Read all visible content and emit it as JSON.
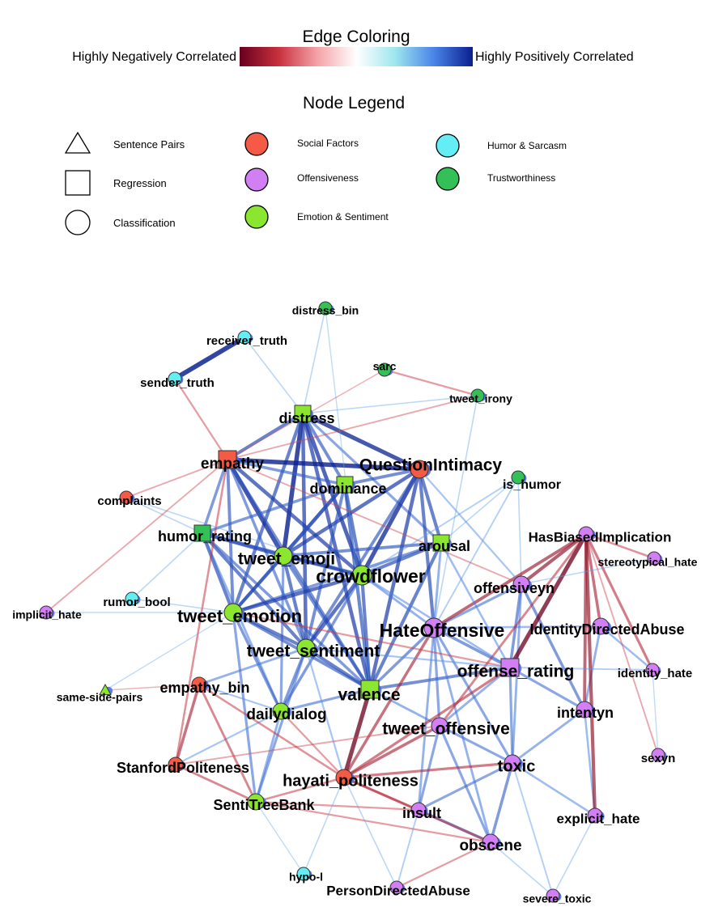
{
  "edge_legend": {
    "title": "Edge Coloring",
    "negative_label": "Highly Negatively Correlated",
    "positive_label": "Highly Positively Correlated",
    "gradient_colors": [
      "#67001f",
      "#c8303d",
      "#f4a3a8",
      "#ffffff",
      "#9ee6ee",
      "#4a84e8",
      "#0a1f8f"
    ]
  },
  "node_legend": {
    "title": "Node Legend",
    "shapes": [
      {
        "label": "Sentence Pairs",
        "shape": "triangle"
      },
      {
        "label": "Regression",
        "shape": "square"
      },
      {
        "label": "Classification",
        "shape": "circle"
      }
    ],
    "categories": [
      {
        "label": "Social Factors",
        "color": "#f55a45"
      },
      {
        "label": "Offensiveness",
        "color": "#d27ff5"
      },
      {
        "label": "Emotion & Sentiment",
        "color": "#8ae62e"
      },
      {
        "label": "Humor & Sarcasm",
        "color": "#63eef5"
      },
      {
        "label": "Trustworthiness",
        "color": "#33c157"
      }
    ]
  },
  "graph": {
    "nodes": [
      {
        "id": "distress_bin",
        "cat": "Trustworthiness",
        "shape": "circle",
        "size": 8
      },
      {
        "id": "receiver_truth",
        "cat": "Humor & Sarcasm",
        "shape": "circle",
        "size": 8
      },
      {
        "id": "sender_truth",
        "cat": "Humor & Sarcasm",
        "shape": "circle",
        "size": 8
      },
      {
        "id": "sarc",
        "cat": "Trustworthiness",
        "shape": "circle",
        "size": 8
      },
      {
        "id": "tweet_irony",
        "cat": "Trustworthiness",
        "shape": "circle",
        "size": 8
      },
      {
        "id": "distress",
        "cat": "Emotion & Sentiment",
        "shape": "square",
        "size": 10
      },
      {
        "id": "empathy",
        "cat": "Social Factors",
        "shape": "square",
        "size": 11
      },
      {
        "id": "QuestionIntimacy",
        "cat": "Social Factors",
        "shape": "circle",
        "size": 11
      },
      {
        "id": "dominance",
        "cat": "Emotion & Sentiment",
        "shape": "square",
        "size": 10
      },
      {
        "id": "is_humor",
        "cat": "Trustworthiness",
        "shape": "circle",
        "size": 8
      },
      {
        "id": "complaints",
        "cat": "Social Factors",
        "shape": "circle",
        "size": 8
      },
      {
        "id": "humor_rating",
        "cat": "Trustworthiness",
        "shape": "square",
        "size": 10
      },
      {
        "id": "tweet_emoji",
        "cat": "Emotion & Sentiment",
        "shape": "circle",
        "size": 11
      },
      {
        "id": "arousal",
        "cat": "Emotion & Sentiment",
        "shape": "square",
        "size": 10
      },
      {
        "id": "crowdflower",
        "cat": "Emotion & Sentiment",
        "shape": "circle",
        "size": 12
      },
      {
        "id": "HasBiasedImplication",
        "cat": "Offensiveness",
        "shape": "circle",
        "size": 9
      },
      {
        "id": "stereotypical_hate",
        "cat": "Offensiveness",
        "shape": "circle",
        "size": 8
      },
      {
        "id": "offensiveyn",
        "cat": "Offensiveness",
        "shape": "circle",
        "size": 10
      },
      {
        "id": "rumor_bool",
        "cat": "Humor & Sarcasm",
        "shape": "circle",
        "size": 8
      },
      {
        "id": "implicit_hate",
        "cat": "Offensiveness",
        "shape": "circle",
        "size": 8
      },
      {
        "id": "tweet_emotion",
        "cat": "Emotion & Sentiment",
        "shape": "circle",
        "size": 11
      },
      {
        "id": "HateOffensive",
        "cat": "Offensiveness",
        "shape": "circle",
        "size": 12
      },
      {
        "id": "IdentityDirectedAbuse",
        "cat": "Offensiveness",
        "shape": "circle",
        "size": 10
      },
      {
        "id": "tweet_sentiment",
        "cat": "Emotion & Sentiment",
        "shape": "circle",
        "size": 11
      },
      {
        "id": "offense_rating",
        "cat": "Offensiveness",
        "shape": "square",
        "size": 11
      },
      {
        "id": "identity_hate",
        "cat": "Offensiveness",
        "shape": "circle",
        "size": 8
      },
      {
        "id": "empathy_bin",
        "cat": "Social Factors",
        "shape": "circle",
        "size": 9
      },
      {
        "id": "same-side-pairs",
        "cat": "Emotion & Sentiment",
        "shape": "triangle",
        "size": 7
      },
      {
        "id": "valence",
        "cat": "Emotion & Sentiment",
        "shape": "square",
        "size": 11
      },
      {
        "id": "dailydialog",
        "cat": "Emotion & Sentiment",
        "shape": "circle",
        "size": 10
      },
      {
        "id": "intentyn",
        "cat": "Offensiveness",
        "shape": "circle",
        "size": 10
      },
      {
        "id": "tweet_offensive",
        "cat": "Offensiveness",
        "shape": "circle",
        "size": 10
      },
      {
        "id": "sexyn",
        "cat": "Offensiveness",
        "shape": "circle",
        "size": 8
      },
      {
        "id": "StanfordPoliteness",
        "cat": "Social Factors",
        "shape": "circle",
        "size": 9
      },
      {
        "id": "toxic",
        "cat": "Offensiveness",
        "shape": "circle",
        "size": 10
      },
      {
        "id": "hayati_politeness",
        "cat": "Social Factors",
        "shape": "circle",
        "size": 10
      },
      {
        "id": "SentiTreeBank",
        "cat": "Emotion & Sentiment",
        "shape": "circle",
        "size": 10
      },
      {
        "id": "insult",
        "cat": "Offensiveness",
        "shape": "circle",
        "size": 9
      },
      {
        "id": "explicit_hate",
        "cat": "Offensiveness",
        "shape": "circle",
        "size": 9
      },
      {
        "id": "obscene",
        "cat": "Offensiveness",
        "shape": "circle",
        "size": 10
      },
      {
        "id": "hypo-l",
        "cat": "Humor & Sarcasm",
        "shape": "circle",
        "size": 8
      },
      {
        "id": "PersonDirectedAbuse",
        "cat": "Offensiveness",
        "shape": "circle",
        "size": 8
      },
      {
        "id": "severe_toxic",
        "cat": "Offensiveness",
        "shape": "circle",
        "size": 8
      }
    ],
    "edges": [
      [
        "sender_truth",
        "receiver_truth",
        0.8
      ],
      [
        "distress",
        "empathy",
        0.55
      ],
      [
        "distress",
        "QuestionIntimacy",
        0.7
      ],
      [
        "distress",
        "tweet_emoji",
        0.75
      ],
      [
        "distress",
        "crowdflower",
        0.65
      ],
      [
        "distress",
        "tweet_sentiment",
        0.6
      ],
      [
        "distress",
        "tweet_emotion",
        0.55
      ],
      [
        "distress",
        "valence",
        0.6
      ],
      [
        "distress",
        "dominance",
        0.5
      ],
      [
        "distress",
        "arousal",
        0.4
      ],
      [
        "empathy",
        "QuestionIntimacy",
        0.75
      ],
      [
        "empathy",
        "tweet_emoji",
        0.7
      ],
      [
        "empathy",
        "crowdflower",
        0.6
      ],
      [
        "empathy",
        "humor_rating",
        0.45
      ],
      [
        "empathy",
        "tweet_emotion",
        0.5
      ],
      [
        "empathy",
        "dominance",
        0.45
      ],
      [
        "empathy",
        "tweet_sentiment",
        0.45
      ],
      [
        "empathy",
        "valence",
        0.5
      ],
      [
        "QuestionIntimacy",
        "dominance",
        0.5
      ],
      [
        "QuestionIntimacy",
        "crowdflower",
        0.7
      ],
      [
        "QuestionIntimacy",
        "tweet_emoji",
        0.6
      ],
      [
        "QuestionIntimacy",
        "arousal",
        0.55
      ],
      [
        "QuestionIntimacy",
        "valence",
        0.6
      ],
      [
        "QuestionIntimacy",
        "HateOffensive",
        0.55
      ],
      [
        "QuestionIntimacy",
        "tweet_sentiment",
        0.5
      ],
      [
        "dominance",
        "tweet_emoji",
        0.6
      ],
      [
        "dominance",
        "crowdflower",
        0.55
      ],
      [
        "dominance",
        "tweet_emotion",
        0.5
      ],
      [
        "dominance",
        "valence",
        0.55
      ],
      [
        "dominance",
        "humor_rating",
        0.45
      ],
      [
        "dominance",
        "tweet_sentiment",
        0.5
      ],
      [
        "humor_rating",
        "tweet_emoji",
        0.6
      ],
      [
        "humor_rating",
        "crowdflower",
        0.5
      ],
      [
        "humor_rating",
        "tweet_emotion",
        0.55
      ],
      [
        "humor_rating",
        "tweet_sentiment",
        0.55
      ],
      [
        "humor_rating",
        "valence",
        0.45
      ],
      [
        "humor_rating",
        "dailydialog",
        0.35
      ],
      [
        "tweet_emoji",
        "crowdflower",
        0.6
      ],
      [
        "tweet_emoji",
        "tweet_emotion",
        0.55
      ],
      [
        "tweet_emoji",
        "tweet_sentiment",
        0.55
      ],
      [
        "tweet_emoji",
        "valence",
        0.5
      ],
      [
        "tweet_emoji",
        "arousal",
        0.5
      ],
      [
        "tweet_emoji",
        "dailydialog",
        0.4
      ],
      [
        "arousal",
        "crowdflower",
        0.55
      ],
      [
        "arousal",
        "valence",
        0.55
      ],
      [
        "arousal",
        "HateOffensive",
        0.35
      ],
      [
        "arousal",
        "tweet_emotion",
        0.45
      ],
      [
        "crowdflower",
        "tweet_emotion",
        0.6
      ],
      [
        "crowdflower",
        "tweet_sentiment",
        0.6
      ],
      [
        "crowdflower",
        "valence",
        0.55
      ],
      [
        "crowdflower",
        "dailydialog",
        0.45
      ],
      [
        "crowdflower",
        "HateOffensive",
        0.35
      ],
      [
        "tweet_emotion",
        "tweet_sentiment",
        0.55
      ],
      [
        "tweet_emotion",
        "valence",
        0.5
      ],
      [
        "tweet_emotion",
        "dailydialog",
        0.45
      ],
      [
        "tweet_emotion",
        "SentiTreeBank",
        0.4
      ],
      [
        "tweet_sentiment",
        "valence",
        0.55
      ],
      [
        "tweet_sentiment",
        "dailydialog",
        0.45
      ],
      [
        "tweet_sentiment",
        "SentiTreeBank",
        0.4
      ],
      [
        "tweet_sentiment",
        "empathy_bin",
        0.35
      ],
      [
        "valence",
        "dailydialog",
        0.4
      ],
      [
        "valence",
        "HateOffensive",
        0.45
      ],
      [
        "valence",
        "offense_rating",
        0.5
      ],
      [
        "valence",
        "tweet_offensive",
        0.35
      ],
      [
        "dailydialog",
        "SentiTreeBank",
        0.35
      ],
      [
        "HateOffensive",
        "offensiveyn",
        0.4
      ],
      [
        "HateOffensive",
        "offense_rating",
        0.45
      ],
      [
        "HateOffensive",
        "tweet_offensive",
        0.4
      ],
      [
        "HateOffensive",
        "toxic",
        0.4
      ],
      [
        "HateOffensive",
        "insult",
        0.35
      ],
      [
        "HateOffensive",
        "obscene",
        0.35
      ],
      [
        "HateOffensive",
        "IdentityDirectedAbuse",
        0.3
      ],
      [
        "offensiveyn",
        "offense_rating",
        0.45
      ],
      [
        "offensiveyn",
        "intentyn",
        0.45
      ],
      [
        "offensiveyn",
        "toxic",
        0.35
      ],
      [
        "offense_rating",
        "intentyn",
        0.4
      ],
      [
        "offense_rating",
        "toxic",
        0.4
      ],
      [
        "offense_rating",
        "tweet_offensive",
        0.35
      ],
      [
        "IdentityDirectedAbuse",
        "intentyn",
        0.35
      ],
      [
        "IdentityDirectedAbuse",
        "identity_hate",
        0.3
      ],
      [
        "tweet_offensive",
        "toxic",
        0.4
      ],
      [
        "tweet_offensive",
        "insult",
        0.4
      ],
      [
        "tweet_offensive",
        "obscene",
        0.4
      ],
      [
        "toxic",
        "insult",
        0.4
      ],
      [
        "toxic",
        "obscene",
        0.45
      ],
      [
        "toxic",
        "explicit_hate",
        0.3
      ],
      [
        "insult",
        "obscene",
        0.45
      ],
      [
        "intentyn",
        "explicit_hate",
        0.3
      ],
      [
        "intentyn",
        "toxic",
        0.35
      ],
      [
        "sarc",
        "tweet_irony",
        -0.25
      ],
      [
        "distress_bin",
        "distress",
        0.15
      ],
      [
        "distress_bin",
        "valence",
        0.12
      ],
      [
        "tweet_irony",
        "distress",
        0.15
      ],
      [
        "tweet_irony",
        "HateOffensive",
        0.15
      ],
      [
        "is_humor",
        "HateOffensive",
        0.2
      ],
      [
        "is_humor",
        "crowdflower",
        0.2
      ],
      [
        "is_humor",
        "offensiveyn",
        0.15
      ],
      [
        "HasBiasedImplication",
        "offense_rating",
        -0.7
      ],
      [
        "HasBiasedImplication",
        "offensiveyn",
        -0.55
      ],
      [
        "HasBiasedImplication",
        "HateOffensive",
        -0.5
      ],
      [
        "HasBiasedImplication",
        "IdentityDirectedAbuse",
        -0.45
      ],
      [
        "HasBiasedImplication",
        "intentyn",
        -0.5
      ],
      [
        "HasBiasedImplication",
        "explicit_hate",
        -0.55
      ],
      [
        "HasBiasedImplication",
        "identity_hate",
        -0.4
      ],
      [
        "HasBiasedImplication",
        "stereotypical_hate",
        -0.3
      ],
      [
        "HasBiasedImplication",
        "tweet_offensive",
        -0.35
      ],
      [
        "hayati_politeness",
        "valence",
        -0.7
      ],
      [
        "hayati_politeness",
        "HateOffensive",
        -0.45
      ],
      [
        "hayati_politeness",
        "offense_rating",
        -0.4
      ],
      [
        "hayati_politeness",
        "tweet_offensive",
        -0.45
      ],
      [
        "hayati_politeness",
        "toxic",
        -0.4
      ],
      [
        "hayati_politeness",
        "insult",
        -0.35
      ],
      [
        "hayati_politeness",
        "obscene",
        -0.35
      ],
      [
        "hayati_politeness",
        "SentiTreeBank",
        -0.3
      ],
      [
        "hayati_politeness",
        "tweet_sentiment",
        0.25
      ],
      [
        "StanfordPoliteness",
        "empathy_bin",
        -0.45
      ],
      [
        "StanfordPoliteness",
        "SentiTreeBank",
        -0.35
      ],
      [
        "StanfordPoliteness",
        "empathy",
        -0.3
      ],
      [
        "StanfordPoliteness",
        "dailydialog",
        0.25
      ],
      [
        "empathy_bin",
        "SentiTreeBank",
        -0.35
      ],
      [
        "empathy_bin",
        "dailydialog",
        0.25
      ],
      [
        "SentiTreeBank",
        "insult",
        -0.25
      ],
      [
        "SentiTreeBank",
        "obscene",
        -0.25
      ],
      [
        "obscene",
        "PersonDirectedAbuse",
        -0.25
      ],
      [
        "insult",
        "PersonDirectedAbuse",
        0.2
      ],
      [
        "toxic",
        "severe_toxic",
        0.2
      ],
      [
        "obscene",
        "severe_toxic",
        0.15
      ],
      [
        "explicit_hate",
        "severe_toxic",
        0.15
      ],
      [
        "sender_truth",
        "empathy",
        -0.25
      ],
      [
        "receiver_truth",
        "distress",
        0.15
      ],
      [
        "complaints",
        "humor_rating",
        0.15
      ],
      [
        "complaints",
        "empathy",
        -0.2
      ],
      [
        "complaints",
        "crowdflower",
        0.15
      ],
      [
        "rumor_bool",
        "tweet_emotion",
        0.15
      ],
      [
        "rumor_bool",
        "humor_rating",
        0.15
      ],
      [
        "implicit_hate",
        "empathy",
        -0.2
      ],
      [
        "implicit_hate",
        "tweet_emotion",
        0.12
      ],
      [
        "same-side-pairs",
        "tweet_emotion",
        0.12
      ],
      [
        "same-side-pairs",
        "empathy_bin",
        -0.15
      ],
      [
        "hypo-l",
        "hayati_politeness",
        0.15
      ],
      [
        "hypo-l",
        "SentiTreeBank",
        0.12
      ],
      [
        "PersonDirectedAbuse",
        "hayati_politeness",
        0.15
      ],
      [
        "sexyn",
        "identity_hate",
        0.12
      ],
      [
        "sexyn",
        "HasBiasedImplication",
        -0.2
      ],
      [
        "identity_hate",
        "offense_rating",
        0.2
      ],
      [
        "stereotypical_hate",
        "offensiveyn",
        0.15
      ],
      [
        "empathy",
        "offensiveyn",
        -0.2
      ],
      [
        "tweet_emotion",
        "offense_rating",
        -0.25
      ],
      [
        "dailydialog",
        "hayati_politeness",
        -0.25
      ],
      [
        "StanfordPoliteness",
        "tweet_offensive",
        -0.2
      ],
      [
        "empathy_bin",
        "hayati_politeness",
        -0.3
      ],
      [
        "tweet_sentiment",
        "offense_rating",
        0.25
      ],
      [
        "crowdflower",
        "offense_rating",
        0.3
      ],
      [
        "arousal",
        "offense_rating",
        0.3
      ],
      [
        "is_humor",
        "arousal",
        0.15
      ],
      [
        "QuestionIntimacy",
        "offensiveyn",
        0.25
      ],
      [
        "tweet_irony",
        "empathy",
        -0.2
      ],
      [
        "sarc",
        "empathy",
        -0.15
      ]
    ]
  }
}
